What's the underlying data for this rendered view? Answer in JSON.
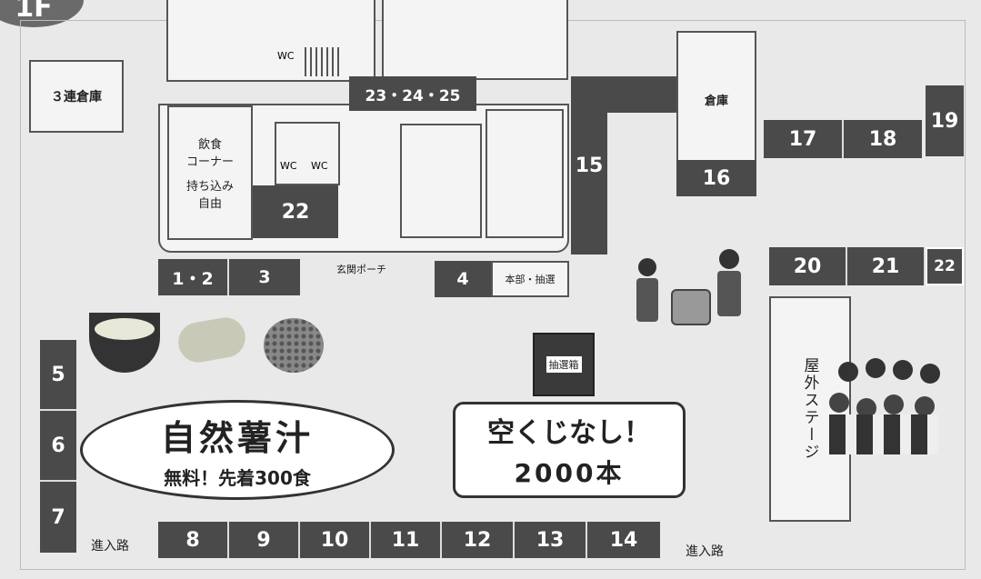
{
  "floor": "1F",
  "rooms": {
    "warehouse3": "３連倉庫",
    "storage": "倉庫",
    "food_corner": "飲食\nコーナー",
    "bring_in": "持ち込み\n自由",
    "entrance_porch": "玄関ポーチ",
    "hq_lottery": "本部・抽選",
    "outdoor_stage": "屋外ステージ",
    "approach_left": "進入路",
    "approach_right": "進入路",
    "wc": "WC"
  },
  "booths": {
    "b23_25": "23・24・25",
    "b22a": "22",
    "b1_2": "1・2",
    "b3": "3",
    "b4": "4",
    "b15": "15",
    "b16": "16",
    "b17": "17",
    "b18": "18",
    "b19": "19",
    "b20": "20",
    "b21": "21",
    "b22b": "22",
    "b5": "5",
    "b6": "6",
    "b7": "7",
    "b8": "8",
    "b9": "9",
    "b10": "10",
    "b11": "11",
    "b12": "12",
    "b13": "13",
    "b14": "14"
  },
  "promo": {
    "soup_title": "自然薯汁",
    "soup_sub": "無料！先着300食",
    "lottery_title": "空くじなし！",
    "lottery_sub": "2000本",
    "lottery_box": "抽選箱"
  }
}
